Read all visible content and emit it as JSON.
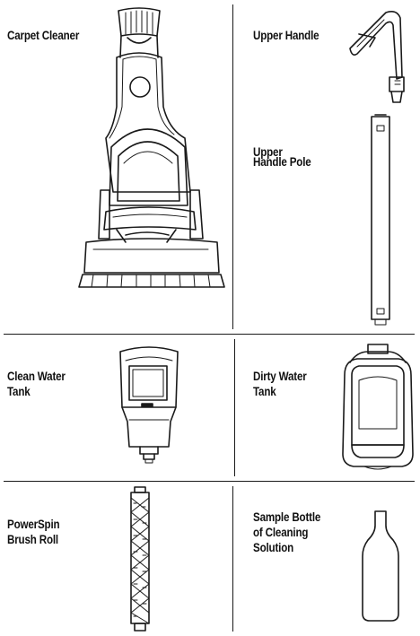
{
  "parts": {
    "carpet_cleaner": {
      "label": "Carpet Cleaner",
      "icon": "carpet-cleaner-icon"
    },
    "upper_handle": {
      "label": "Upper Handle",
      "icon": "upper-handle-icon"
    },
    "upper_handle_pole": {
      "label_line1": "Upper",
      "label_line2": "Handle Pole",
      "icon": "handle-pole-icon"
    },
    "clean_water_tank": {
      "label_line1": "Clean Water",
      "label_line2": "Tank",
      "icon": "clean-water-tank-icon"
    },
    "dirty_water_tank": {
      "label_line1": "Dirty Water",
      "label_line2": "Tank",
      "icon": "dirty-water-tank-icon"
    },
    "brush_roll": {
      "label_line1": "PowerSpin",
      "label_line2": "Brush Roll",
      "icon": "brush-roll-icon"
    },
    "sample_bottle": {
      "label_line1": "Sample Bottle",
      "label_line2": "of Cleaning",
      "label_line3": "Solution",
      "icon": "bottle-icon"
    }
  },
  "colors": {
    "ink": "#1a1a1a",
    "background": "#ffffff"
  }
}
